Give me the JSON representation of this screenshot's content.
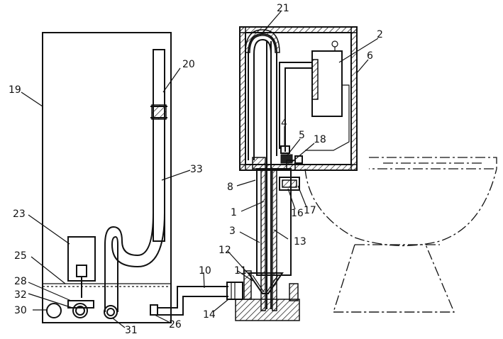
{
  "diagram": {
    "labels": {
      "l1": "1",
      "l2": "2",
      "l3": "3",
      "l4": "4",
      "l5": "5",
      "l6": "6",
      "l8": "8",
      "l10": "10",
      "l11": "11",
      "l12": "12",
      "l13": "13",
      "l14": "14",
      "l16": "16",
      "l17": "17",
      "l18": "18",
      "l19": "19",
      "l20": "20",
      "l21": "21",
      "l23": "23",
      "l25": "25",
      "l26": "26",
      "l28": "28",
      "l30": "30",
      "l31": "31",
      "l32": "32",
      "l33": "33"
    }
  }
}
